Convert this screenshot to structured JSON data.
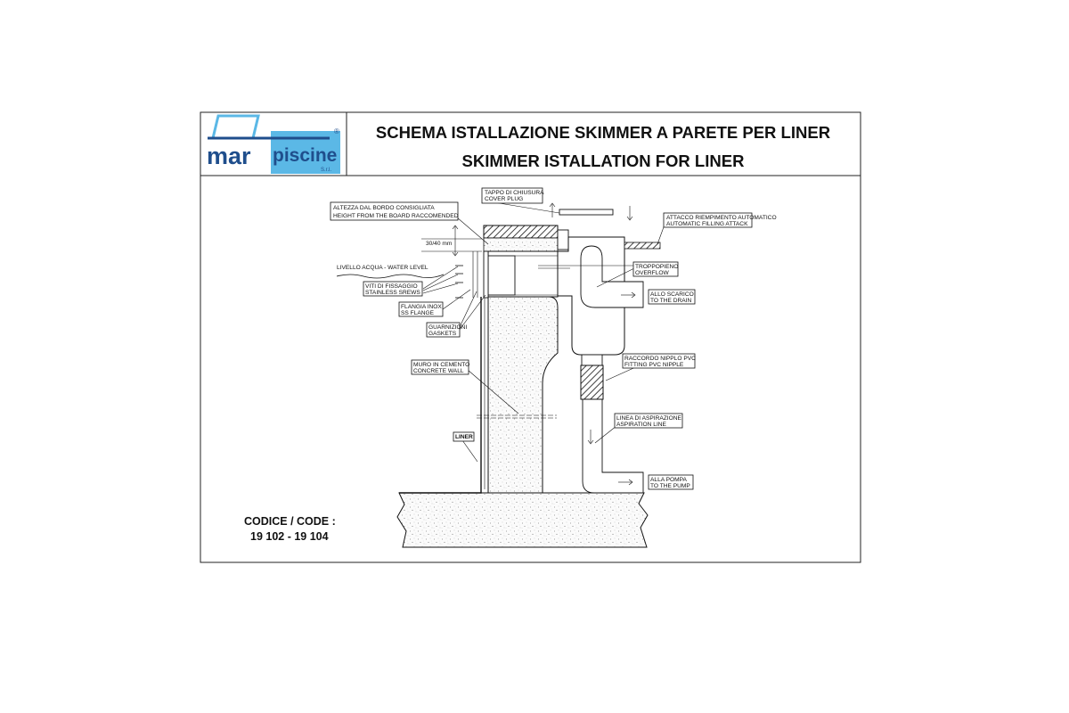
{
  "header": {
    "logo": {
      "brand_left": "mar",
      "brand_right": "piscine",
      "suffix": "S.r.l.",
      "registered": "®",
      "color_blue": "#1f4e8c",
      "color_cyan": "#5bb8e6"
    },
    "title_it": "SCHEMA ISTALLAZIONE SKIMMER A PARETE PER LINER",
    "title_en": "SKIMMER ISTALLATION FOR LINER"
  },
  "labels": {
    "cover_plug": {
      "it": "TAPPO DI CHIUSURA",
      "en": "COVER PLUG"
    },
    "edge_height": {
      "it": "ALTEZZA DAL BORDO CONSIGLIATA",
      "en": "HEIGHT FROM THE BOARD RACCOMENDED"
    },
    "dimension": "30/40 mm",
    "water_level": "LIVELLO ACQUA - WATER LEVEL",
    "screws": {
      "it": "VITI DI FISSAGGIO",
      "en": "STAINLESS SREWS"
    },
    "flange": {
      "it": "FLANGIA INOX",
      "en": "SS FLANGE"
    },
    "gaskets": {
      "it": "GUARNIZIONI",
      "en": "GASKETS"
    },
    "concrete": {
      "it": "MURO IN CEMENTO",
      "en": "CONCRETE WALL"
    },
    "liner": "LINER",
    "auto_fill": {
      "it": "ATTACCO RIEMPIMENTO AUTOMATICO",
      "en": "AUTOMATIC FILLING ATTACK"
    },
    "overflow": {
      "it": "TROPPOPIENO",
      "en": "OVERFLOW"
    },
    "drain": {
      "it": "ALLO SCARICO",
      "en": "TO THE DRAIN"
    },
    "nipple": {
      "it": "RACCORDO NIPPLO PVC",
      "en": "FITTING PVC NIPPLE"
    },
    "aspiration": {
      "it": "LINEA DI ASPIRAZIONE",
      "en": "ASPIRATION LINE"
    },
    "pump": {
      "it": "ALLA POMPA",
      "en": "TO THE PUMP"
    }
  },
  "code": {
    "label": "CODICE / CODE :",
    "value": "19 102 - 19 104"
  }
}
